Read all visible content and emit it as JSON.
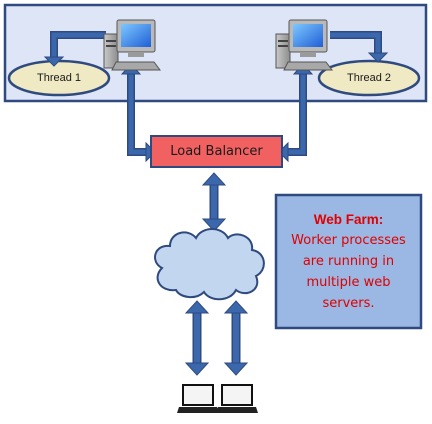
{
  "diagram": {
    "threads": [
      "Thread 1",
      "Thread 2"
    ],
    "load_balancer": "Load Balancer",
    "note": {
      "title": "Web Farm:",
      "lines": [
        "Worker processes",
        "are running in",
        "multiple web",
        "servers."
      ]
    },
    "colors": {
      "server_box": "#dde5f7",
      "server_border": "#2f4a7e",
      "arrow": "#3b68ad",
      "thread_fill": "#efeac4",
      "lb_fill": "#f26161",
      "cloud_fill": "#c2d6f0",
      "note_fill": "#9ab8e3",
      "note_text": "#e00000"
    },
    "icons": [
      "desktop-computer-icon",
      "laptop-icon",
      "cloud-icon"
    ]
  }
}
